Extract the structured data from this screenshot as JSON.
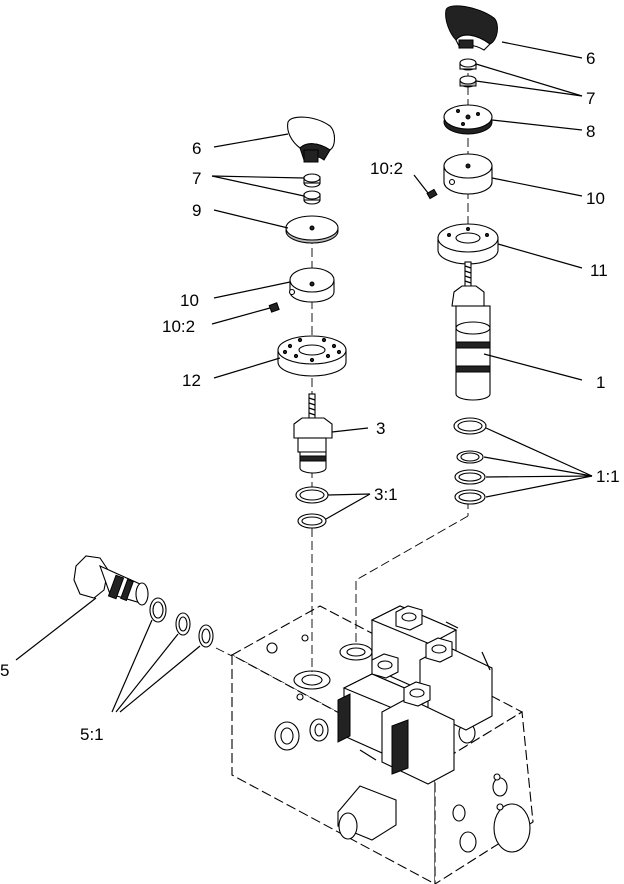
{
  "callouts": {
    "c6_right": "6",
    "c7_right": "7",
    "c8": "8",
    "c10_right": "10",
    "c10_2_right": "10:2",
    "c11": "11",
    "c1": "1",
    "c1_1": "1:1",
    "c6_left": "6",
    "c7_left": "7",
    "c9": "9",
    "c10_left": "10",
    "c10_2_left": "10:2",
    "c12": "12",
    "c3": "3",
    "c3_1": "3:1",
    "c5": "5",
    "c5_1": "5:1"
  }
}
